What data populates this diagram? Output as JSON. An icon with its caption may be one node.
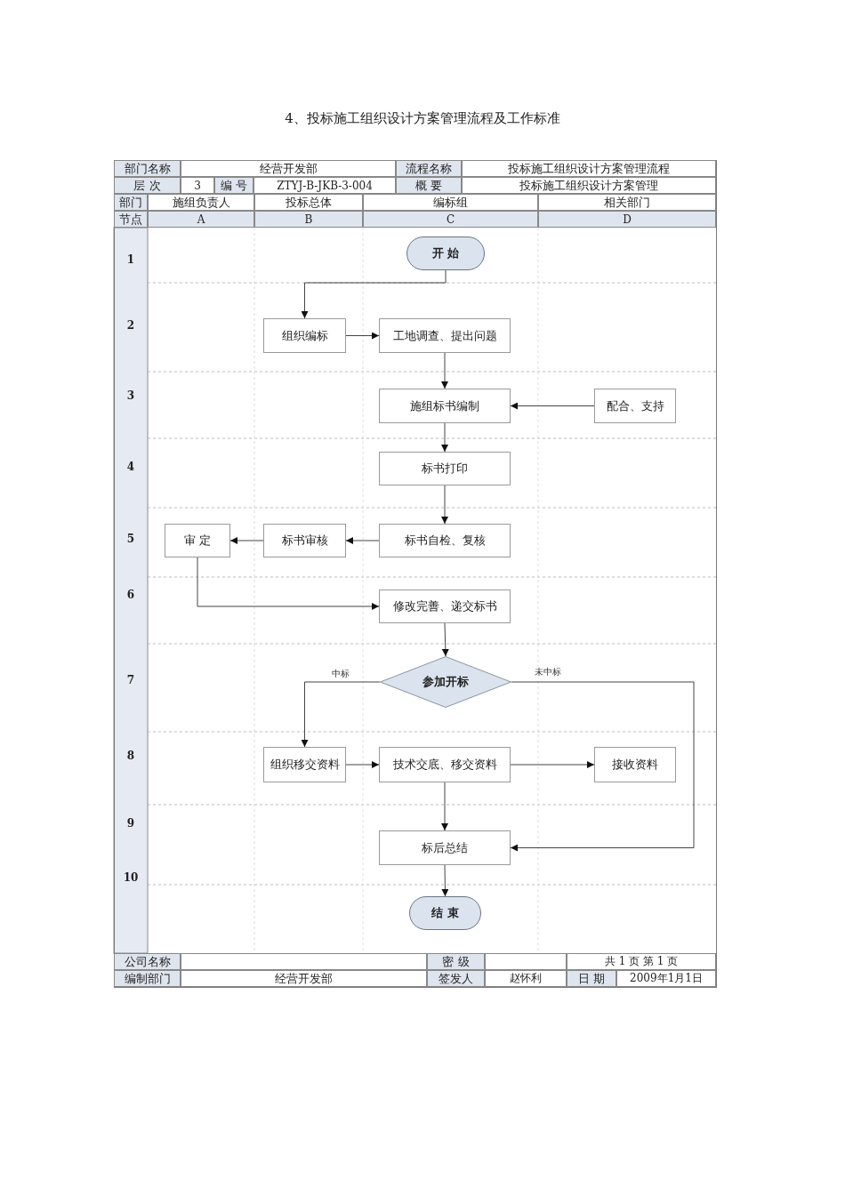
{
  "diagram": {
    "title": "4、投标施工组织设计方案管理流程及工作标准",
    "nodes": [
      {
        "text": [
          "开 始"
        ]
      },
      {
        "text": [
          "组织编标"
        ]
      },
      {
        "text": [
          "工地调查、提出问题"
        ]
      },
      {
        "text": [
          "施组标书编制"
        ]
      },
      {
        "text": [
          "配合、支持"
        ]
      },
      {
        "text": [
          "标书打印"
        ]
      },
      {
        "text": [
          "标书自检、复核"
        ]
      },
      {
        "text": [
          "标书审核"
        ]
      },
      {
        "text": [
          "审 定"
        ]
      },
      {
        "text": [
          "修改完善、递交标书"
        ]
      },
      {
        "text": [
          "参加开标"
        ]
      },
      {
        "text": [
          "组织移交资料"
        ]
      },
      {
        "text": [
          "技术交底、移交资料"
        ]
      },
      {
        "text": [
          "接收资料"
        ]
      },
      {
        "text": [
          "标后总结"
        ]
      },
      {
        "text": [
          "结 束"
        ]
      }
    ],
    "edges": [
      {
        "from": 0,
        "to": 1,
        "arrow": "to"
      },
      {
        "from": 1,
        "to": 2,
        "arrow": "to"
      },
      {
        "from": 2,
        "to": 3,
        "arrow": "to"
      },
      {
        "from": 4,
        "to": 3,
        "arrow": "to"
      },
      {
        "from": 3,
        "to": 5,
        "arrow": "to"
      },
      {
        "from": 5,
        "to": 6,
        "arrow": "to"
      },
      {
        "from": 6,
        "to": 7,
        "arrow": "to"
      },
      {
        "from": 7,
        "to": 8,
        "arrow": "to"
      },
      {
        "from": 8,
        "to": 9,
        "arrow": "to"
      },
      {
        "from": 9,
        "to": 10,
        "arrow": "to"
      },
      {
        "from": 10,
        "to": 11,
        "label": "中标",
        "arrow": "to"
      },
      {
        "from": 10,
        "to": 14,
        "label": "未中标",
        "arrow": "to"
      },
      {
        "from": 11,
        "to": 12,
        "arrow": "to"
      },
      {
        "from": 12,
        "to": 13,
        "arrow": "to"
      },
      {
        "from": 12,
        "to": 14,
        "arrow": "to"
      },
      {
        "from": 14,
        "to": 15,
        "arrow": "to"
      }
    ],
    "labels": [
      "部门名称",
      "经营开发部",
      "流程名称",
      "投标施工组织设计方案管理流程",
      "层 次",
      "3",
      "编 号",
      "ZTYJ-B-JKB-3-004",
      "概 要",
      "投标施工组织设计方案管理",
      "部门",
      "施组负责人",
      "投标总体",
      "编标组",
      "相关部门",
      "节点",
      "A",
      "B",
      "C",
      "D",
      "1",
      "2",
      "3",
      "4",
      "5",
      "6",
      "7",
      "8",
      "9",
      "10",
      "公司名称",
      "密 级",
      "共 1 页 第 1 页",
      "编制部门",
      "经营开发部",
      "签发人",
      "赵怀利",
      "日 期",
      "2009年1月1日"
    ]
  }
}
